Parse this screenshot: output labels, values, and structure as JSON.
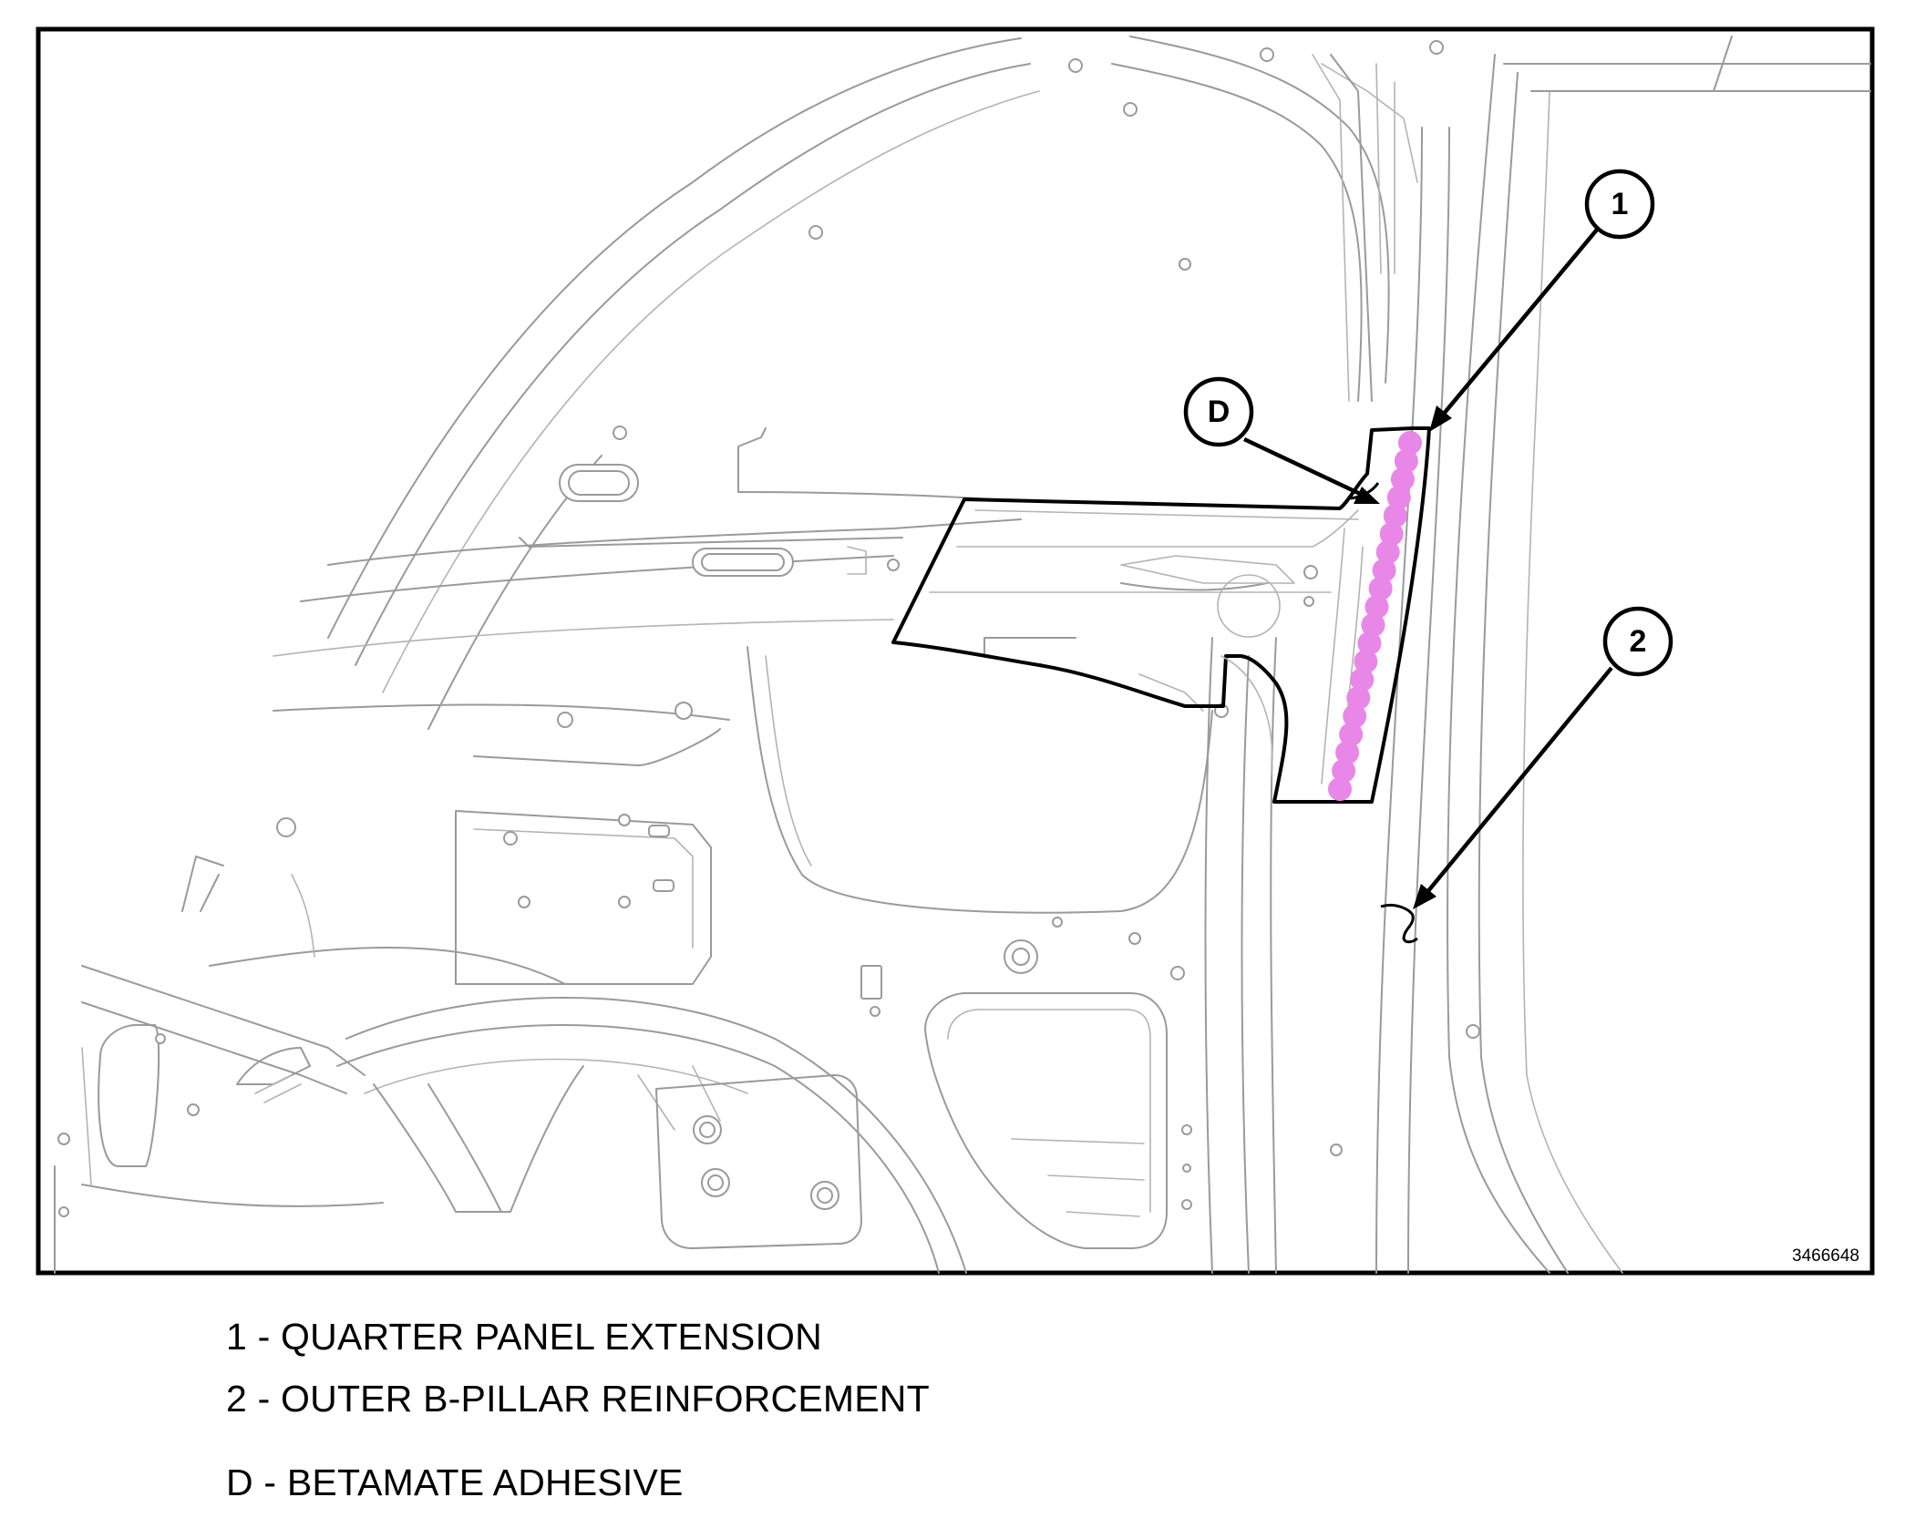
{
  "figure": {
    "id": "3466648",
    "callouts": [
      {
        "label": "1"
      },
      {
        "label": "2"
      },
      {
        "label": "D"
      }
    ],
    "adhesive_color": "#e887e8"
  },
  "legend": [
    {
      "text": "1 - QUARTER PANEL EXTENSION"
    },
    {
      "text": "2 - OUTER B-PILLAR REINFORCEMENT"
    },
    {
      "text": "D - BETAMATE ADHESIVE"
    }
  ]
}
